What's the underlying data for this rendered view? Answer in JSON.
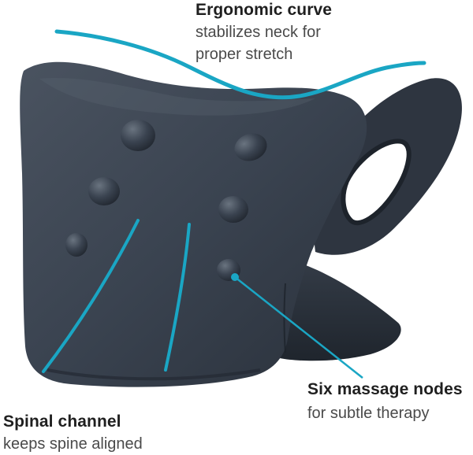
{
  "callouts": {
    "ergonomic_curve": {
      "title": "Ergonomic curve",
      "subtitle_line1": "stabilizes neck for",
      "subtitle_line2": "proper stretch"
    },
    "massage_nodes": {
      "title": "Six massage nodes",
      "subtitle": "for subtle therapy"
    },
    "spinal_channel": {
      "title": "Spinal channel",
      "subtitle": "keeps spine aligned"
    }
  },
  "colors": {
    "product_body": "#3a4350",
    "product_shadow": "#262d37",
    "product_highlight": "#5a6470",
    "accent_teal": "#1aa6c4",
    "background": "#ffffff",
    "text_title": "#1f1f1f",
    "text_sub": "#4a4a4a"
  }
}
